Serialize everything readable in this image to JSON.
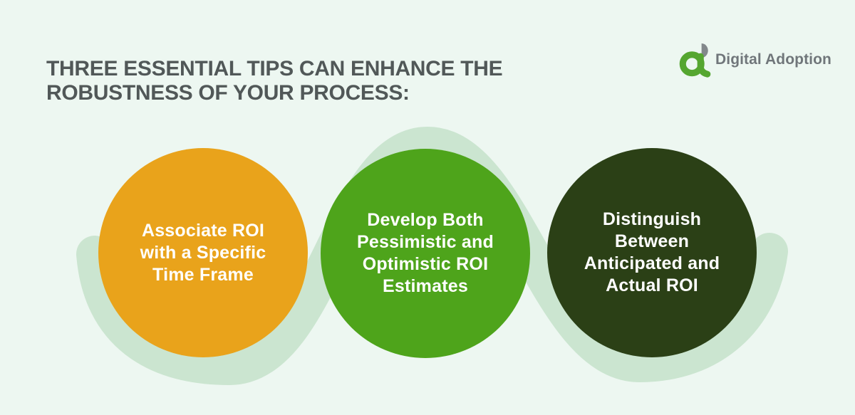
{
  "title": {
    "lines": [
      "THREE ESSENTIAL TIPS CAN ENHANCE THE",
      "ROBUSTNESS OF YOUR PROCESS:"
    ],
    "color": "#515858"
  },
  "logo": {
    "name": "Digital Adoption",
    "text_color": "#70767A",
    "mark_green": "#55A630",
    "mark_gray": "#82888B"
  },
  "tips": [
    {
      "color": "#E9A31B",
      "text_color": "#FFFFFF",
      "lines": [
        "Associate ROI",
        "with a Specific",
        "Time Frame"
      ]
    },
    {
      "color": "#4EA41B",
      "text_color": "#FFFFFF",
      "lines": [
        "Develop Both",
        "Pessimistic and",
        "Optimistic ROI",
        "Estimates"
      ]
    },
    {
      "color": "#2B4016",
      "text_color": "#FFFFFF",
      "lines": [
        "Distinguish",
        "Between",
        "Anticipated and",
        "Actual ROI"
      ]
    }
  ],
  "decor": {
    "background": "#EDF7F1",
    "wave_color": "#CBE5D0"
  }
}
